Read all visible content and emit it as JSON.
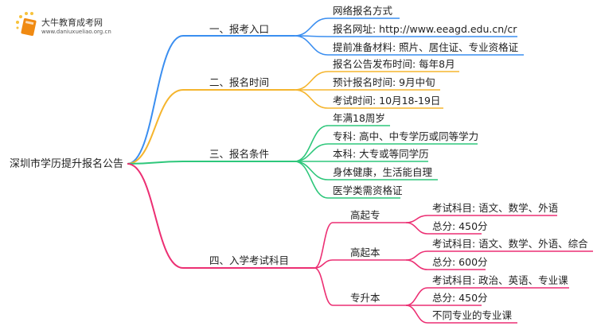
{
  "logo": {
    "title": "大牛教育成考网",
    "url": "www.daniuxueliao.org.cn"
  },
  "root": "深圳市学历提升报名公告",
  "colors": {
    "blue": "#3a8ef0",
    "orange": "#f5b52e",
    "green": "#2ec77b",
    "pink": "#ec2f73"
  },
  "branches": [
    {
      "label": "一、报考入口",
      "children": [
        "网络报名方式",
        "报名网址: http://www.eeagd.edu.cn/cr",
        "提前准备材料: 照片、居住证、专业资格证"
      ]
    },
    {
      "label": "二、报名时间",
      "children": [
        "报名公告发布时间: 每年8月",
        "预计报名时间: 9月中旬",
        "考试时间: 10月18-19日"
      ]
    },
    {
      "label": "三、报名条件",
      "children": [
        "年满18周岁",
        "专科: 高中、中专学历或同等学力",
        "本科: 大专或等同学历",
        "身体健康，生活能自理",
        "医学类需资格证"
      ]
    },
    {
      "label": "四、入学考试科目",
      "groups": [
        {
          "label": "高起专",
          "children": [
            "考试科目: 语文、数学、外语",
            "总分: 450分"
          ]
        },
        {
          "label": "高起本",
          "children": [
            "考试科目: 语文、数学、外语、综合",
            "总分: 600分"
          ]
        },
        {
          "label": "专升本",
          "children": [
            "考试科目: 政治、英语、专业课",
            "总分: 450分",
            "不同专业的专业课"
          ]
        }
      ]
    }
  ]
}
